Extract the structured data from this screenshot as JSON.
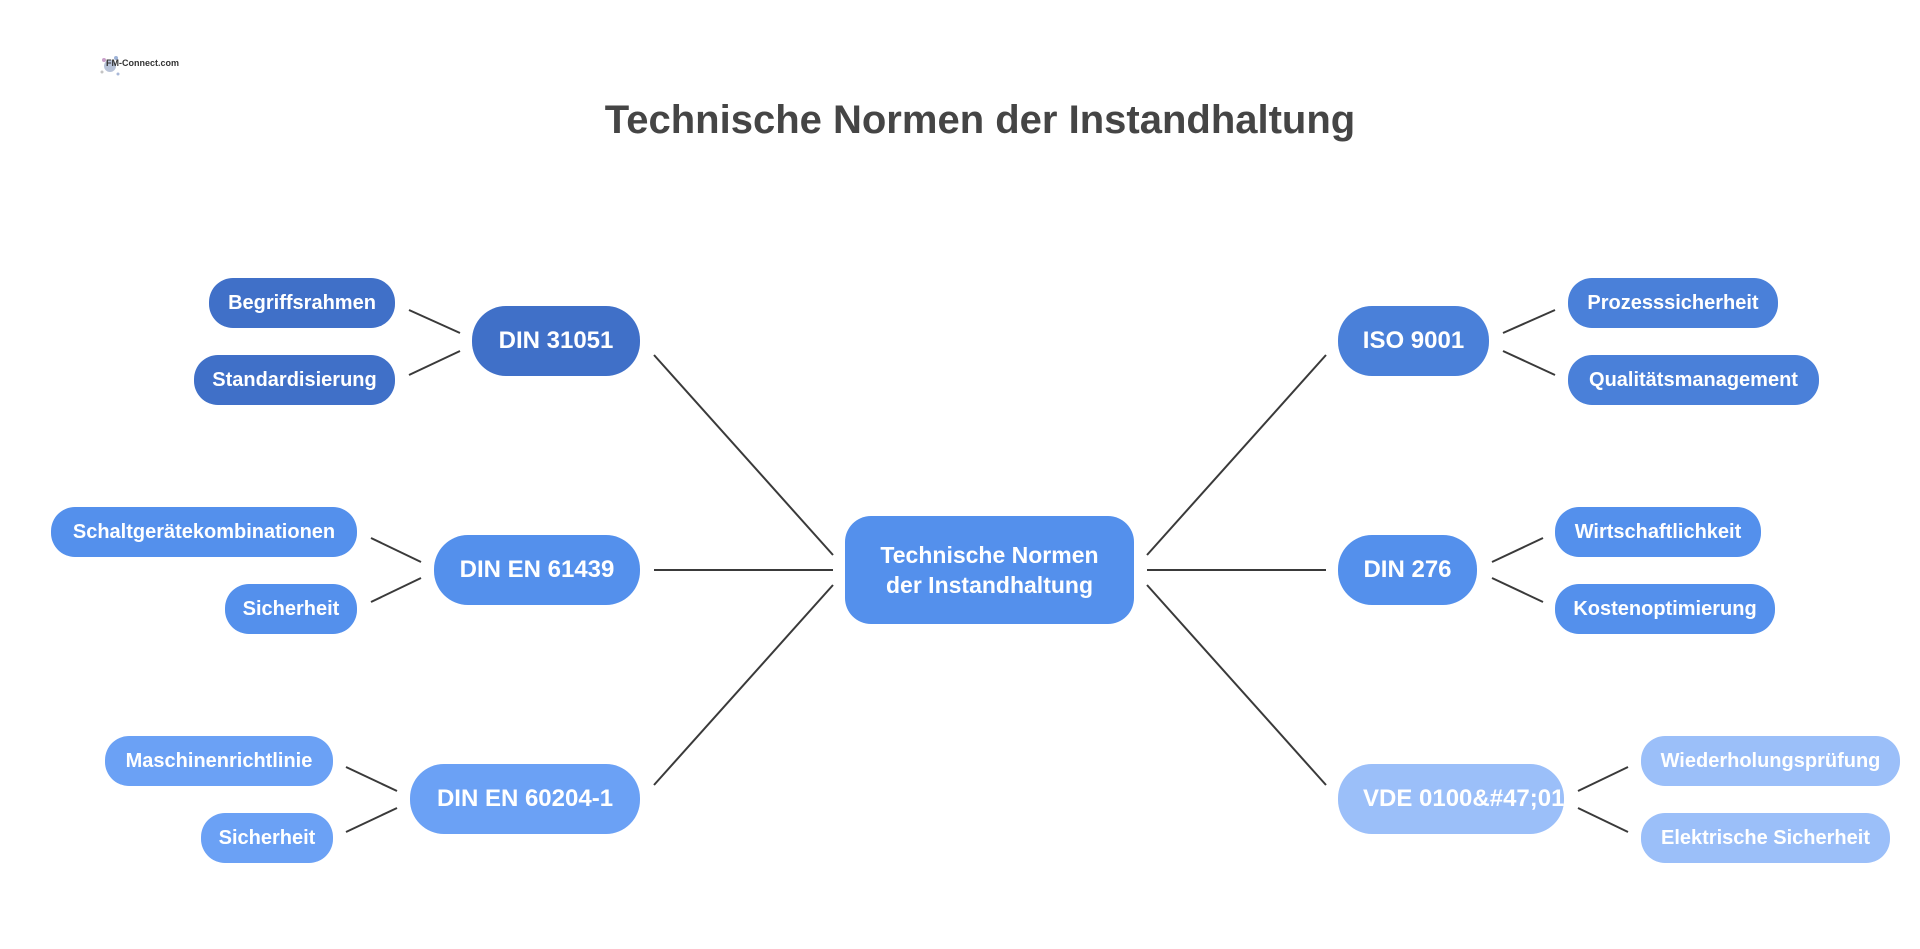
{
  "logo": {
    "text": "FM-Connect.com"
  },
  "title": "Technische Normen der Instandhaltung",
  "center": {
    "label": "Technische Normen der Instandhaltung"
  },
  "branches": [
    {
      "label": "DIN 31051",
      "color": "#4070c8",
      "leaves": [
        "Begriffsrahmen",
        "Standardisierung"
      ]
    },
    {
      "label": "DIN EN 61439",
      "color": "#5490ec",
      "leaves": [
        "Schaltgerätekombinationen",
        "Sicherheit"
      ]
    },
    {
      "label": "DIN EN 60204-1",
      "color": "#6ba1f5",
      "leaves": [
        "Maschinenrichtlinie",
        "Sicherheit"
      ]
    },
    {
      "label": "ISO 9001",
      "color": "#4a80d9",
      "leaves": [
        "Prozesssicherheit",
        "Qualitätsmanagement"
      ]
    },
    {
      "label": "DIN 276",
      "color": "#5490ec",
      "leaves": [
        "Wirtschaftlichkeit",
        "Kostenoptimierung"
      ]
    },
    {
      "label": "VDE 0100&#47;01",
      "color": "#9bbff9",
      "leaves": [
        "Wiederholungsprüfung",
        "Elektrische Sicherheit"
      ]
    }
  ]
}
